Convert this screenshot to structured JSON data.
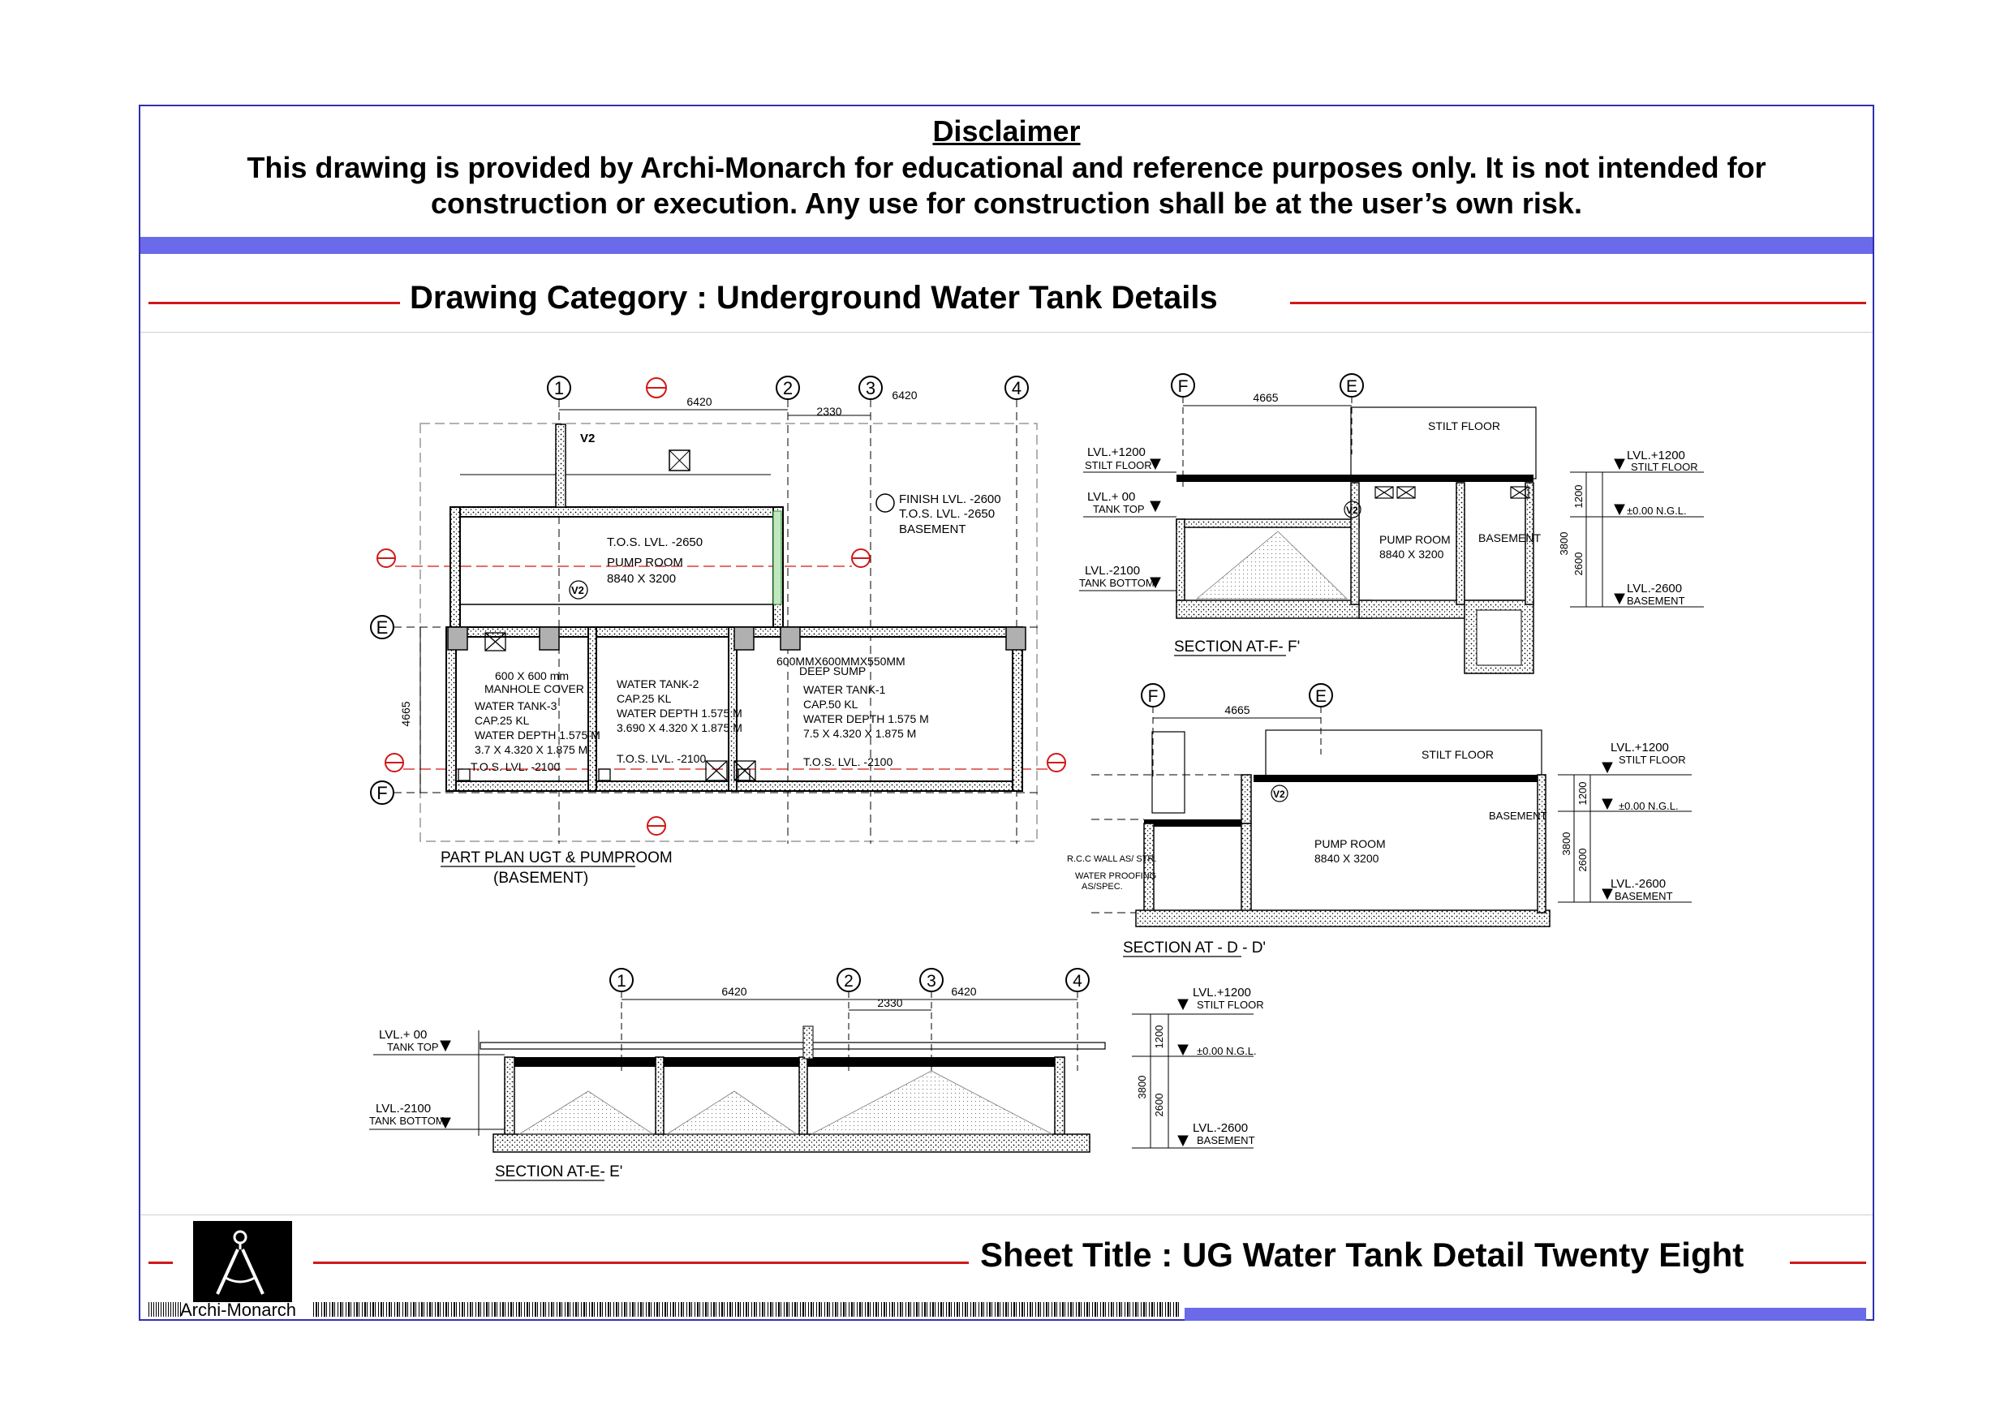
{
  "disclaimer": {
    "title": "Disclaimer",
    "line1": "This drawing is provided by Archi-Monarch for educational and reference purposes only. It is not intended for",
    "line2": "construction or execution. Any use for construction shall be at the user’s own risk."
  },
  "category": "Drawing Category : Underground Water Tank Details",
  "sheet_title": "Sheet Title : UG Water Tank Detail Twenty Eight",
  "logo_name": "Archi-Monarch",
  "colors": {
    "frame": "#3030b0",
    "band": "#6a6aea",
    "red_rule": "#d01818",
    "grid_red": "#d01818"
  },
  "plan": {
    "title": "PART PLAN UGT & PUMPROOM",
    "subtitle": "(BASEMENT)",
    "grids": [
      "1",
      "2",
      "3",
      "4",
      "E",
      "F"
    ],
    "dim_6420": "6420",
    "dim_2330": "2330",
    "dim_4665": "4665",
    "v2": "V2",
    "finish_lvl": "FINISH LVL. -2600",
    "tos_lvl_2650": "T.O.S. LVL. -2650",
    "basement": "BASEMENT",
    "pump_room": "PUMP ROOM",
    "pump_size": "8840 X 3200",
    "tos_2650_inner": "T.O.S. LVL. -2650",
    "tank3": [
      "WATER TANK-3",
      "CAP.25 KL",
      "WATER DEPTH 1.575 M",
      "3.7 X 4.320 X 1.875 M",
      "T.O.S. LVL. -2100"
    ],
    "tank2": [
      "WATER TANK-2",
      "CAP.25 KL",
      "WATER DEPTH 1.575 M",
      "3.690 X 4.320 X 1.875 M",
      "T.O.S. LVL. -2100"
    ],
    "tank1": [
      "WATER TANK-1",
      "CAP.50 KL",
      "WATER DEPTH 1.575 M",
      "7.5 X 4.320 X 1.875 M",
      "T.O.S. LVL. -2100"
    ],
    "manhole": [
      "600 X 600 mm",
      "MANHOLE COVER"
    ],
    "deep_sump": [
      "600MMX600MMX550MM",
      "DEEP SUMP"
    ]
  },
  "section_ff": {
    "title": "SECTION AT-F- F'",
    "grids": [
      "F",
      "E"
    ],
    "dim_4665": "4665",
    "lvl_1200": "LVL.+1200",
    "stilt_floor": "STILT FLOOR",
    "lvl_00": "LVL.+ 00",
    "tank_top": "TANK TOP",
    "lvl_2100": "LVL.-2100",
    "tank_bottom": "TANK BOTTOM",
    "lvl_1200_r": "LVL.+1200",
    "stilt_floor_r": "STILT FLOOR",
    "ngl": "±0.00 N.G.L.",
    "lvl_2600": "LVL.-2600",
    "basement": "BASEMENT",
    "pump_room": "PUMP ROOM",
    "pump_size": "8840 X 3200",
    "basement_room": "BASEMENT",
    "stilt_top": "STILT FLOOR",
    "dims": [
      "1200",
      "3800",
      "2600"
    ]
  },
  "section_dd": {
    "title": "SECTION AT - D - D'",
    "grids": [
      "F",
      "E"
    ],
    "dim_4665": "4665",
    "stilt_floor": "STILT FLOOR",
    "pump_room": "PUMP ROOM",
    "pump_size": "8840 X 3200",
    "basement": "BASEMENT",
    "rcc_wall": "R.C.C WALL AS/ STR.",
    "waterproof": [
      "WATER PROOFING",
      "AS/SPEC."
    ],
    "lvl_1200": "LVL.+1200",
    "stilt_floor_r": "STILT FLOOR",
    "ngl": "±0.00 N.G.L.",
    "lvl_2600": "LVL.-2600",
    "basement_r": "BASEMENT",
    "dims": [
      "1200",
      "3800",
      "2600"
    ]
  },
  "section_ee": {
    "title": "SECTION AT-E- E'",
    "grids": [
      "1",
      "2",
      "3",
      "4"
    ],
    "dim_6420a": "6420",
    "dim_6420b": "6420",
    "dim_2330": "2330",
    "lvl_00": "LVL.+ 00",
    "tank_top": "TANK TOP",
    "lvl_2100": "LVL.-2100",
    "tank_bottom": "TANK BOTTOM",
    "lvl_1200": "LVL.+1200",
    "stilt_floor": "STILT FLOOR",
    "ngl": "±0.00 N.G.L.",
    "lvl_2600": "LVL.-2600",
    "basement": "BASEMENT",
    "dims": [
      "1200",
      "3800",
      "2600"
    ]
  }
}
